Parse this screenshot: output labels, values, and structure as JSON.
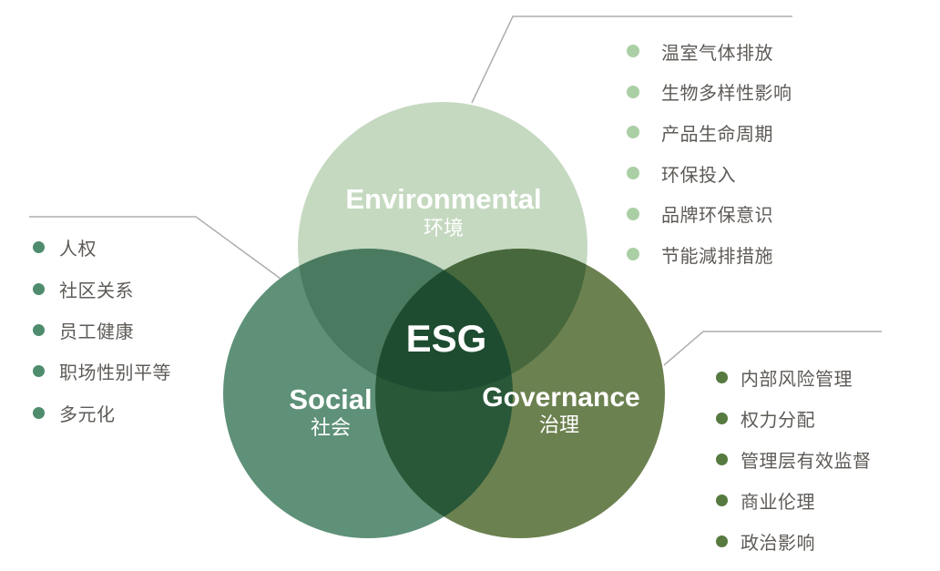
{
  "page": {
    "background": "#ffffff",
    "connector_color": "#aeaeae",
    "list_text_color": "#5e5b57"
  },
  "venn": {
    "center_label": "ESG",
    "label_color": "#ffffff",
    "circles": [
      {
        "id": "environmental",
        "name": "Environmental",
        "name_zh": "环境",
        "color": "#c5d9c0"
      },
      {
        "id": "social",
        "name": "Social",
        "name_zh": "社会",
        "color": "#5e9178"
      },
      {
        "id": "governance",
        "name": "Governance",
        "name_zh": "治理",
        "color": "#6c8150"
      }
    ],
    "overlap_colors": {
      "env_social": "#4a7b61",
      "env_gov": "#47683c",
      "social_gov": "#295839",
      "center": "#1e4c31"
    }
  },
  "lists": {
    "environmental": {
      "bullet_color": "#abcfa5",
      "items": [
        "温室气体排放",
        "生物多样性影响",
        "产品生命周期",
        "环保投入",
        "品牌环保意识",
        "节能減排措施"
      ]
    },
    "social": {
      "bullet_color": "#4e8c6d",
      "items": [
        "人权",
        "社区关系",
        "员工健康",
        "职场性别平等",
        "多元化"
      ]
    },
    "governance": {
      "bullet_color": "#567a40",
      "items": [
        "内部风险管理",
        "权力分配",
        "管理层有效监督",
        "商业伦理",
        "政治影响"
      ]
    }
  }
}
